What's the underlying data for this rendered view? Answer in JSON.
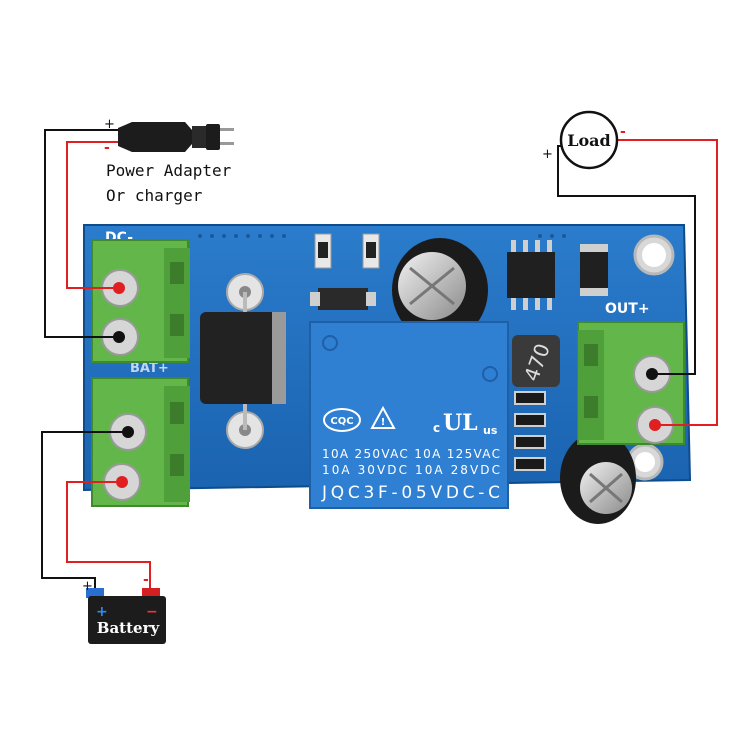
{
  "adapter": {
    "label_line1": "Power Adapter",
    "label_line2": "Or charger",
    "plus": "+",
    "minus": "-"
  },
  "load": {
    "label": "Load",
    "plus": "+",
    "minus": "-"
  },
  "battery": {
    "label": "Battery",
    "plus": "+",
    "minus": "-"
  },
  "board": {
    "dc_minus_label": "DC-",
    "bat_plus_label": "BAT+",
    "out_plus_label": "OUT+",
    "inductor_label": "470",
    "relay": {
      "line1": "10A 250VAC  10A 125VAC",
      "line2": "10A  30VDC  10A  28VDC",
      "model": "JQC3F-05VDC-C",
      "cqc": "CQC",
      "ul_c": "c",
      "ul_mark": "UL",
      "ul_us": "us"
    }
  },
  "colors": {
    "board": "#1f6fbf",
    "board_dark": "#15559a",
    "terminal": "#63b64a",
    "relay": "#2f7fd3",
    "wire_positive": "#e02020",
    "wire_negative": "#111111"
  }
}
